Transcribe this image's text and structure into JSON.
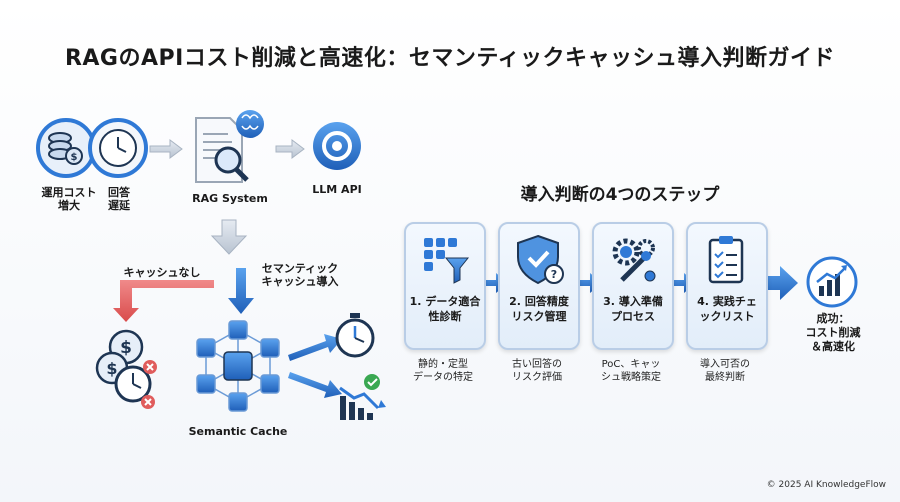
{
  "title": "RAGのAPIコスト削減と高速化：セマンティックキャッシュ導入判断ガイド",
  "left": {
    "problem_labels": [
      "運用コスト\n増大",
      "回答\n遅延"
    ],
    "rag_system": "RAG System",
    "llm_api": "LLM API",
    "no_cache_label": "キャッシュなし",
    "cache_label": "セマンティック\nキャッシュ導入",
    "semantic_cache": "Semantic Cache"
  },
  "steps_heading": "導入判断の4つのステップ",
  "steps": [
    {
      "label": "1. データ適合\n性診断",
      "desc": "静的・定型\nデータの特定"
    },
    {
      "label": "2. 回答精度\nリスク管理",
      "desc": "古い回答の\nリスク評価"
    },
    {
      "label": "3. 導入準備\nプロセス",
      "desc": "PoC、キャッ\nシュ戦略策定"
    },
    {
      "label": "4. 実践チェ\nックリスト",
      "desc": "導入可否の\n最終判断"
    }
  ],
  "result_label": "成功：\nコスト削減\n＆高速化",
  "footer": "© 2025 AI KnowledgeFlow",
  "colors": {
    "accent_blue": "#2f79d6",
    "dark_navy": "#1e3553",
    "red": "#e05c5c",
    "panel_border": "#b9cde6"
  }
}
